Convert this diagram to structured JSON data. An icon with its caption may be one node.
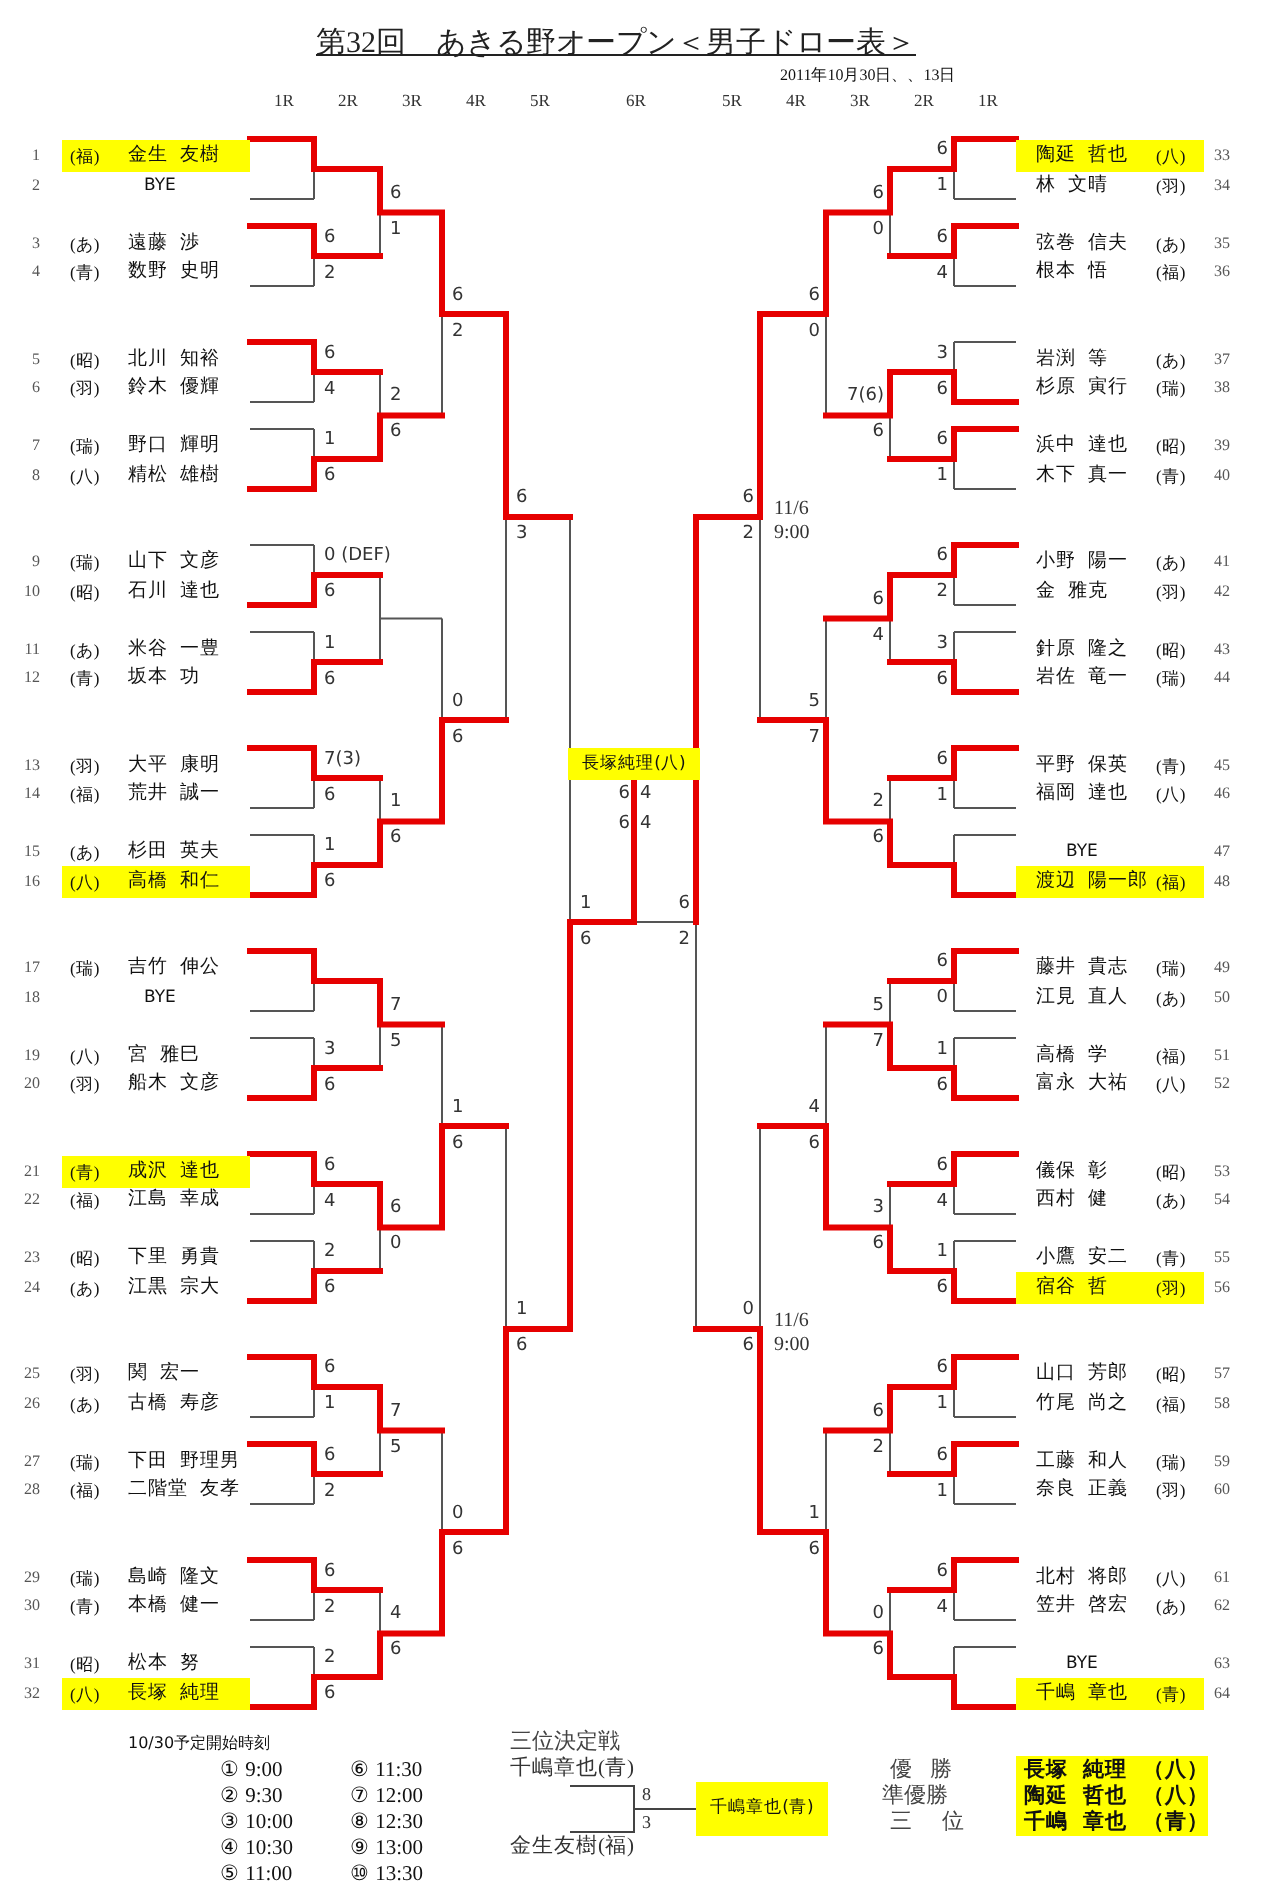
{
  "diagram": {
    "title": "第32回　あきる野オープン＜男子ドロー表＞",
    "nodes": [
      {
        "text": [
          "(福)",
          "金生 友樹"
        ],
        "beside": [
          "1"
        ]
      },
      {
        "text": [
          "陶延 哲也",
          "(八)"
        ],
        "beside": [
          "33"
        ]
      },
      {
        "text": [
          "長塚純理(八)"
        ]
      },
      {
        "text": [
          "(八)",
          "高橋 和仁"
        ],
        "beside": [
          "16"
        ]
      },
      {
        "text": [
          "渡辺 陽一郎",
          "(福)"
        ],
        "beside": [
          "48"
        ]
      },
      {
        "text": [
          "(青)",
          "成沢 達也"
        ],
        "beside": [
          "21"
        ]
      },
      {
        "text": [
          "宿谷 哲",
          "(羽)"
        ],
        "beside": [
          "56"
        ]
      },
      {
        "text": [
          "(八)",
          "長塚 純理"
        ],
        "beside": [
          "32"
        ]
      },
      {
        "text": [
          "千嶋 章也",
          "(青)"
        ],
        "beside": [
          "64"
        ]
      },
      {
        "text": [
          "千嶋章也(青)"
        ]
      },
      {
        "text": [
          "千嶋章也(青)"
        ]
      },
      {
        "text": [
          "金生友樹(福)"
        ]
      },
      {
        "text": [
          "長塚 純理 （八）",
          "陶延 哲也 （八）",
          "千嶋 章也 （青）"
        ]
      }
    ],
    "edges": [
      {
        "from": 9,
        "to": 10,
        "arrow": "none",
        "label": "8"
      },
      {
        "from": 11,
        "to": 10,
        "arrow": "none",
        "label": "3"
      }
    ],
    "labels": [
      "2011年10月30日、、13日",
      "1R",
      "2R",
      "3R",
      "4R",
      "5R",
      "6R",
      "5R",
      "4R",
      "3R",
      "2R",
      "1R",
      "2",
      "BYE",
      "林 文晴",
      "(羽)",
      "34",
      "3",
      "(あ)",
      "遠藤 渉",
      "弦巻 信夫",
      "(あ)",
      "35",
      "4",
      "(青)",
      "数野 史明",
      "根本 悟",
      "(福)",
      "36",
      "5",
      "(昭)",
      "北川 知裕",
      "岩渕 等",
      "(あ)",
      "37",
      "6",
      "(羽)",
      "鈴木 優輝",
      "杉原 寅行",
      "(瑞)",
      "38",
      "7",
      "(瑞)",
      "野口 輝明",
      "浜中 達也",
      "(昭)",
      "39",
      "8",
      "(八)",
      "精松 雄樹",
      "木下 真一",
      "(青)",
      "40",
      "9",
      "(瑞)",
      "山下 文彦",
      "小野 陽一",
      "(あ)",
      "41",
      "10",
      "(昭)",
      "石川 達也",
      "金 雅克",
      "(羽)",
      "42",
      "11",
      "(あ)",
      "米谷 一豊",
      "針原 隆之",
      "(昭)",
      "43",
      "12",
      "(青)",
      "坂本 功",
      "岩佐 竜一",
      "(瑞)",
      "44",
      "13",
      "(羽)",
      "大平 康明",
      "平野 保英",
      "(青)",
      "45",
      "14",
      "(福)",
      "荒井 誠一",
      "福岡 達也",
      "(八)",
      "46",
      "15",
      "(あ)",
      "杉田 英夫",
      "BYE",
      "47",
      "17",
      "(瑞)",
      "吉竹 伸公",
      "藤井 貴志",
      "(瑞)",
      "49",
      "18",
      "BYE",
      "江見 直人",
      "(あ)",
      "50",
      "19",
      "(八)",
      "宮 雅巳",
      "高橋 学",
      "(福)",
      "51",
      "20",
      "(羽)",
      "船木 文彦",
      "富永 大祐",
      "(八)",
      "52",
      "儀保 彰",
      "(昭)",
      "53",
      "22",
      "(福)",
      "江島 幸成",
      "西村 健",
      "(あ)",
      "54",
      "23",
      "(昭)",
      "下里 勇貴",
      "小鷹 安二",
      "(青)",
      "55",
      "24",
      "(あ)",
      "江黒 宗大",
      "25",
      "(羽)",
      "関 宏一",
      "山口 芳郎",
      "(昭)",
      "57",
      "26",
      "(あ)",
      "古橋 寿彦",
      "竹尾 尚之",
      "(福)",
      "58",
      "27",
      "(瑞)",
      "下田 野理男",
      "工藤 和人",
      "(瑞)",
      "59",
      "28",
      "(福)",
      "二階堂 友孝",
      "奈良 正義",
      "(羽)",
      "60",
      "29",
      "(瑞)",
      "島崎 隆文",
      "北村 将郎",
      "(八)",
      "61",
      "30",
      "(青)",
      "本橋 健一",
      "笠井 啓宏",
      "(あ)",
      "62",
      "31",
      "(昭)",
      "松本 努",
      "BYE",
      "63",
      "6",
      "2",
      "6",
      "4",
      "1",
      "6",
      "0 (DEF)",
      "6",
      "1",
      "6",
      "7(3)",
      "6",
      "1",
      "6",
      "3",
      "6",
      "6",
      "4",
      "2",
      "6",
      "6",
      "1",
      "6",
      "2",
      "6",
      "2",
      "2",
      "6",
      "6",
      "1",
      "2",
      "6",
      "1",
      "6",
      "7",
      "5",
      "6",
      "0",
      "7",
      "5",
      "4",
      "6",
      "6",
      "2",
      "0",
      "6",
      "1",
      "6",
      "0",
      "6",
      "6",
      "3",
      "1",
      "6",
      "1",
      "6",
      "6",
      "1",
      "6",
      "4",
      "3",
      "6",
      "6",
      "1",
      "6",
      "2",
      "3",
      "6",
      "6",
      "1",
      "6",
      "0",
      "1",
      "6",
      "6",
      "4",
      "1",
      "6",
      "6",
      "1",
      "6",
      "1",
      "6",
      "4",
      "6",
      "0",
      "7(6)",
      "6",
      "6",
      "4",
      "2",
      "6",
      "5",
      "7",
      "3",
      "6",
      "6",
      "2",
      "0",
      "6",
      "6",
      "0",
      "5",
      "7",
      "4",
      "6",
      "1",
      "6",
      "6",
      "2",
      "11/6 9:00",
      "0",
      "6",
      "11/6 9:00",
      "6",
      "2",
      "6",
      "4",
      "6",
      "4",
      "10/30予定開始時刻",
      "① 9:00",
      "⑥ 11:30",
      "② 9:30",
      "⑦ 12:00",
      "③ 10:00",
      "⑧ 12:30",
      "④ 10:30",
      "⑨ 13:00",
      "⑤ 11:00",
      "⑩ 13:30",
      "三位決定戦",
      "優 勝",
      "準優勝",
      "三 位"
    ]
  }
}
